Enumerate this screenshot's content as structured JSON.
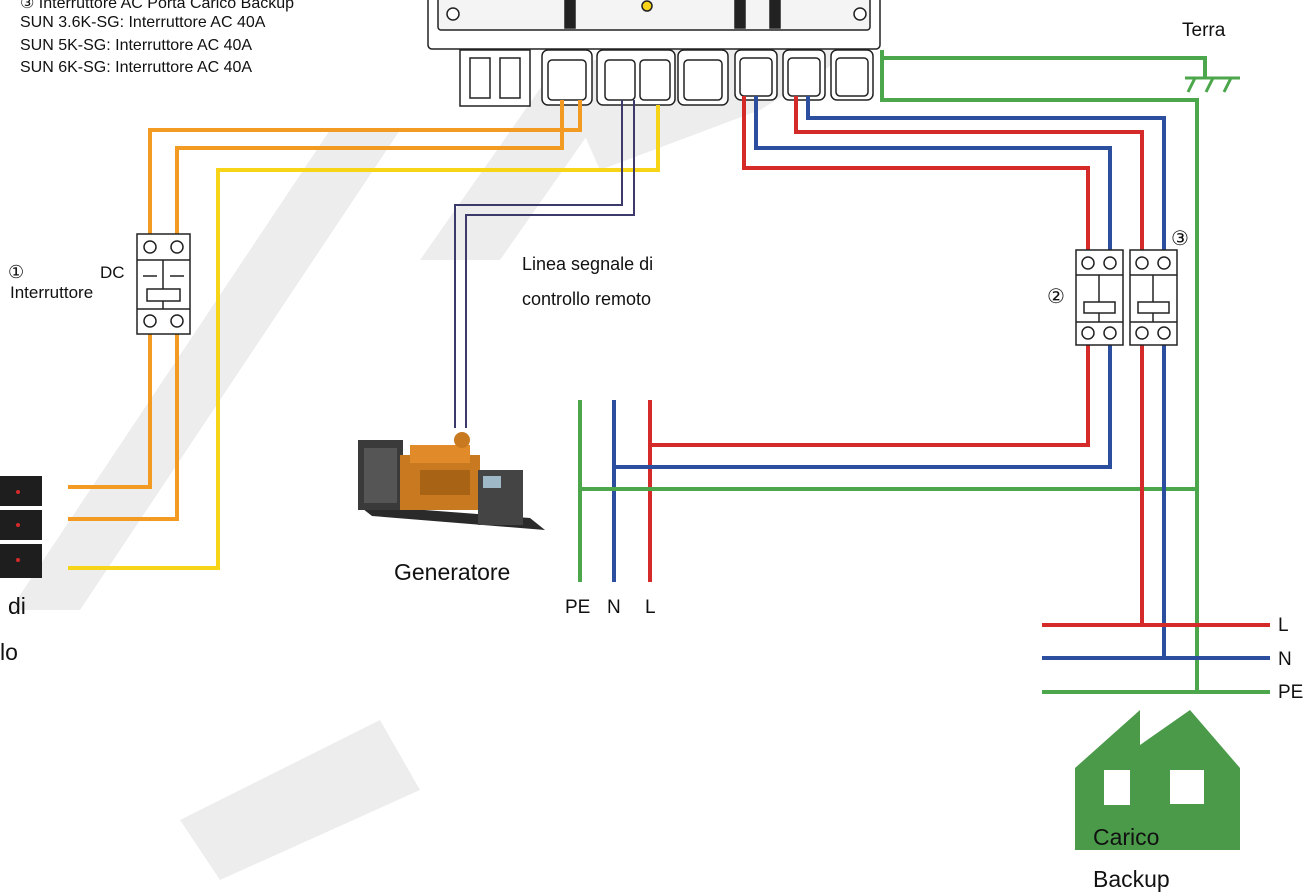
{
  "colors": {
    "orange": "#f29a22",
    "yellow": "#f7d417",
    "red": "#d42a2a",
    "blue": "#2b4e9e",
    "green": "#4ca64c",
    "purple": "#3c3a6b",
    "watermark": "#ededed",
    "house": "#4a9a4a"
  },
  "notes": {
    "line0": "③ Interruttore AC Porta Carico Backup",
    "line1": "SUN 3.6K-SG: Interruttore AC 40A",
    "line2": "SUN 5K-SG: Interruttore AC 40A",
    "line3": "SUN 6K-SG: Interruttore AC 40A"
  },
  "labels": {
    "terra": "Terra",
    "dc_num": "①",
    "dc": "DC",
    "interruttore": "Interruttore",
    "remote_line1": "Linea segnale di",
    "remote_line2": "controllo remoto",
    "breaker2_num": "②",
    "breaker3_num": "③",
    "generator": "Generatore",
    "grid_pe": "PE",
    "grid_n": "N",
    "grid_l": "L",
    "load_l": "L",
    "load_n": "N",
    "load_pe": "PE",
    "battery_line1": "di",
    "battery_line2": "lo",
    "load_line1": "Carico",
    "load_line2": "Backup"
  }
}
